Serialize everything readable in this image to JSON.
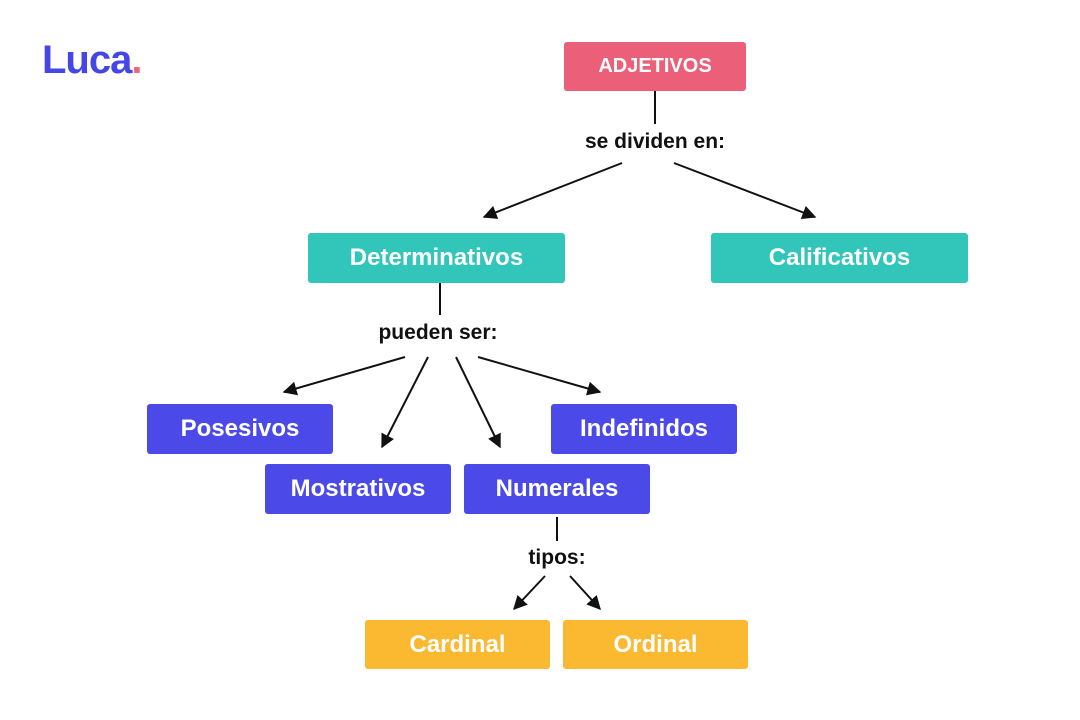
{
  "brand": {
    "logo_text": "Luca",
    "logo_dot": ".",
    "logo_color": "#4646e6",
    "dot_color": "#f2647a"
  },
  "colors": {
    "root": "#ec5f78",
    "level1": "#31c6b9",
    "level2": "#4b4ae8",
    "level3": "#fbb931",
    "edge": "#111111"
  },
  "nodes": {
    "adjetivos": "ADJETIVOS",
    "determinativos": "Determinativos",
    "calificativos": "Calificativos",
    "posesivos": "Posesivos",
    "mostrativos": "Mostrativos",
    "numerales": "Numerales",
    "indefinidos": "Indefinidos",
    "cardinal": "Cardinal",
    "ordinal": "Ordinal"
  },
  "connectors": {
    "se_dividen": "se dividen en:",
    "pueden_ser": "pueden ser:",
    "tipos": "tipos:"
  }
}
